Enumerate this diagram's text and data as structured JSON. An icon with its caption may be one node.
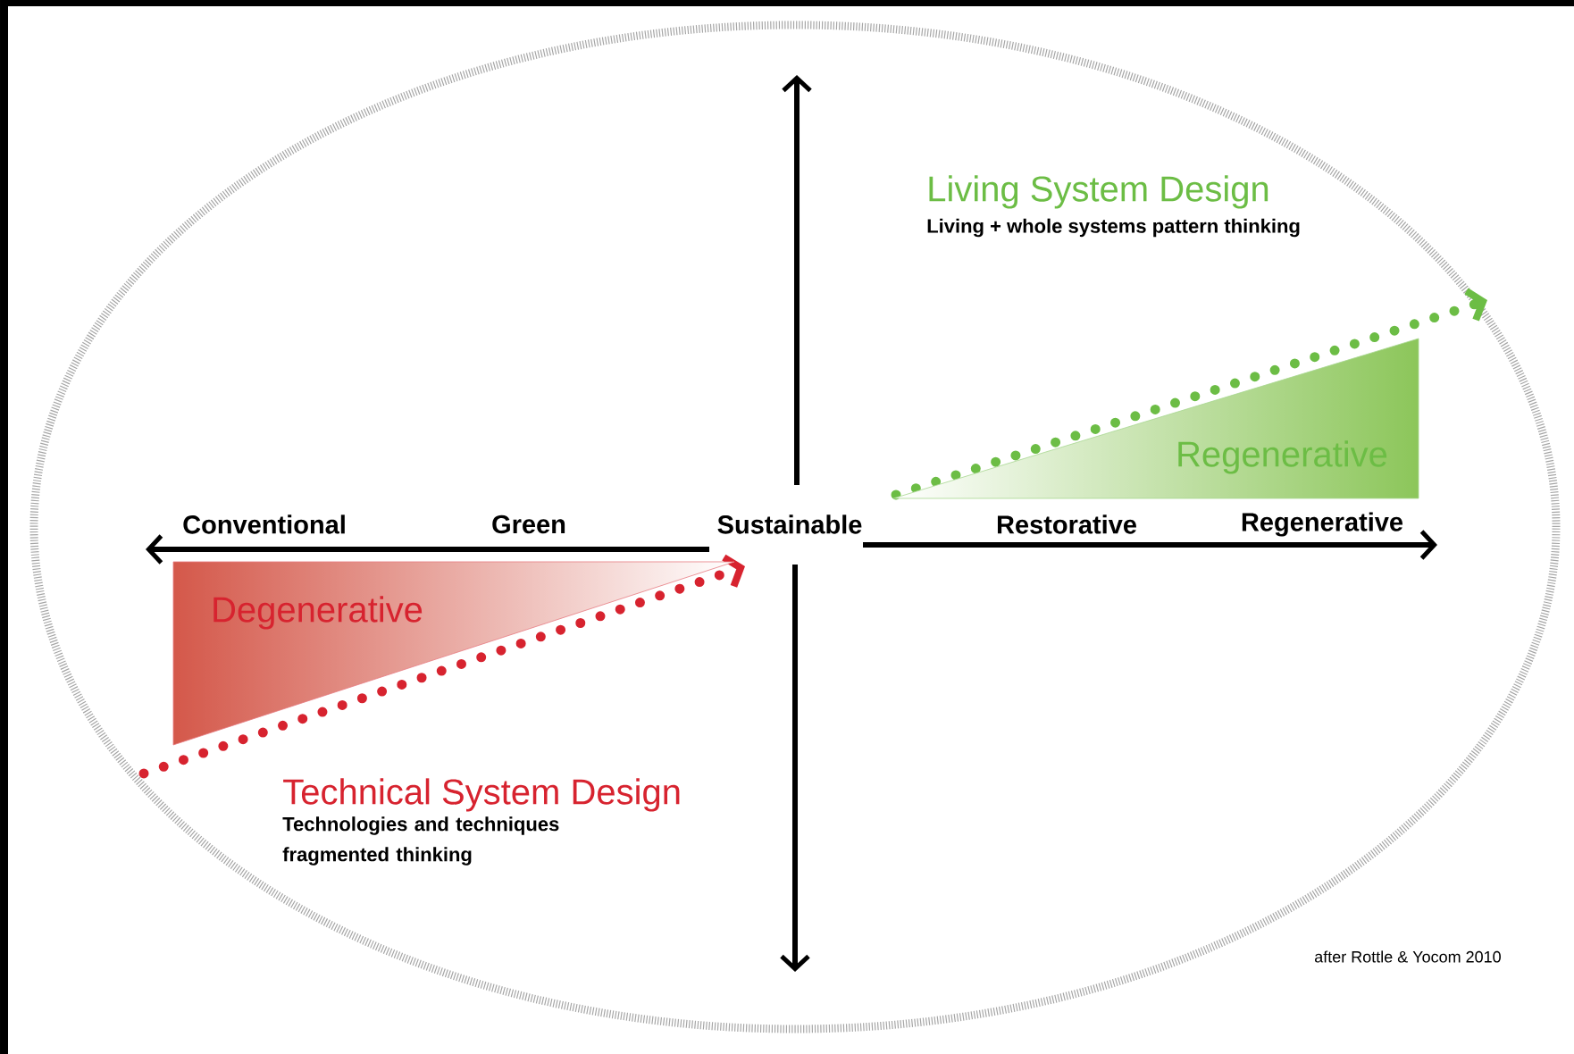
{
  "diagram": {
    "nodes": [
      {
        "text": [
          "Degenerative"
        ]
      },
      {
        "text": [
          "Regenerative"
        ]
      }
    ],
    "labels": [
      "Living System Design",
      "Living + whole systems pattern thinking",
      "Conventional",
      "Green",
      "Sustainable",
      "Restorative",
      "Regenerative",
      "Technical System Design",
      "Technologies and techniques fragmented thinking",
      "after Rottle & Yocom 2010"
    ]
  }
}
